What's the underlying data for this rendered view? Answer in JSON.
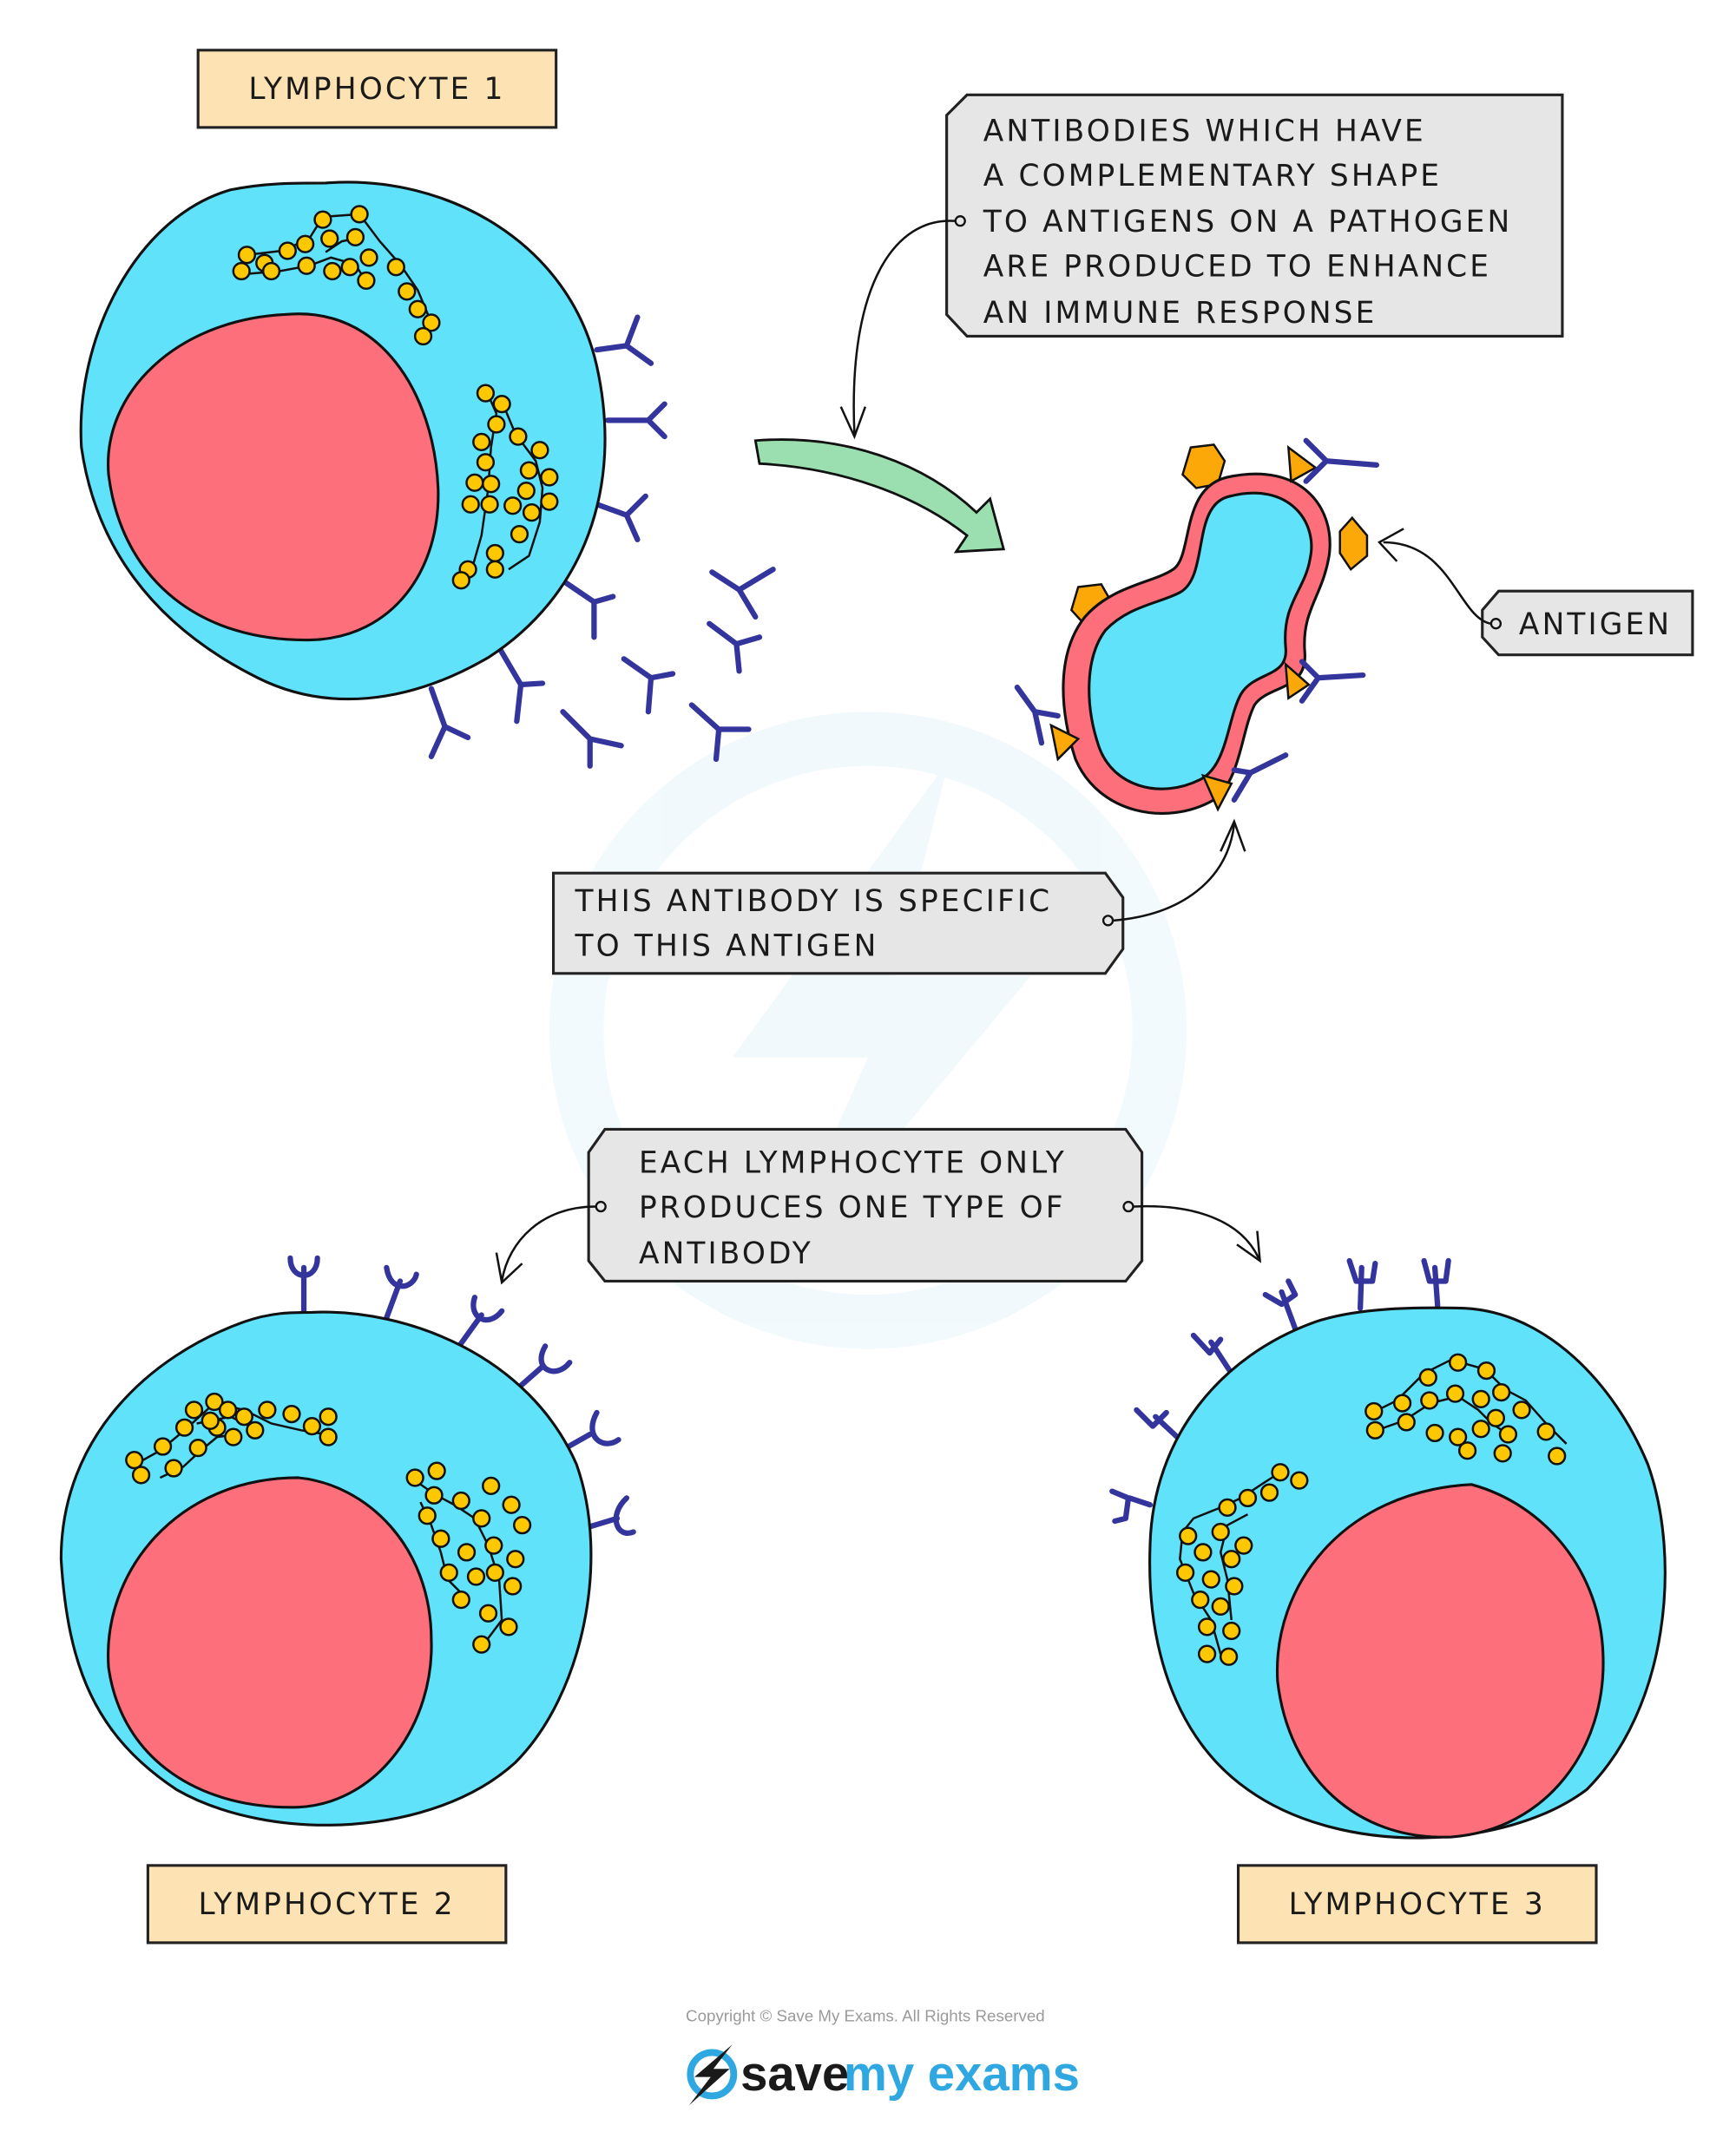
{
  "diagram": {
    "title": "Lymphocytes and antibody specificity",
    "colors": {
      "cytoplasm": "#61e2fb",
      "nucleus": "#fd707b",
      "antibody": "#33349c",
      "ribosome": "#fdc800",
      "antigen": "#fba808",
      "pathogen_membrane": "#fd707b",
      "arrow": "#9bdfb0",
      "label_fill": "#fde3b3",
      "callout_fill": "#e6e6e6"
    },
    "labels": {
      "lymphocyte_1": "LYMPHOCYTE 1",
      "lymphocyte_2": "LYMPHOCYTE 2",
      "lymphocyte_3": "LYMPHOCYTE 3",
      "antigen": "ANTIGEN"
    },
    "callouts": {
      "antibodies": {
        "lines": [
          "ANTIBODIES WHICH HAVE",
          "A COMPLEMENTARY SHAPE",
          "TO ANTIGENS ON A PATHOGEN",
          "ARE PRODUCED TO ENHANCE",
          "AN IMMUNE RESPONSE"
        ]
      },
      "specific": {
        "lines": [
          "THIS ANTIBODY IS SPECIFIC",
          "TO THIS ANTIGEN"
        ]
      },
      "each_lymphocyte": {
        "lines": [
          "EACH LYMPHOCYTE ONLY",
          "PRODUCES ONE TYPE OF",
          "ANTIBODY"
        ]
      }
    },
    "icons": {
      "antibody": "y-shaped-antibody-icon",
      "antigen": "hexagon-antigen-icon",
      "arrow": "curved-arrow-icon",
      "logo": "lightning-bolt-logo-icon"
    }
  },
  "footer": {
    "copyright": "Copyright © Save My Exams. All Rights Reserved",
    "brand_part1": "save",
    "brand_part2": "my exams"
  }
}
